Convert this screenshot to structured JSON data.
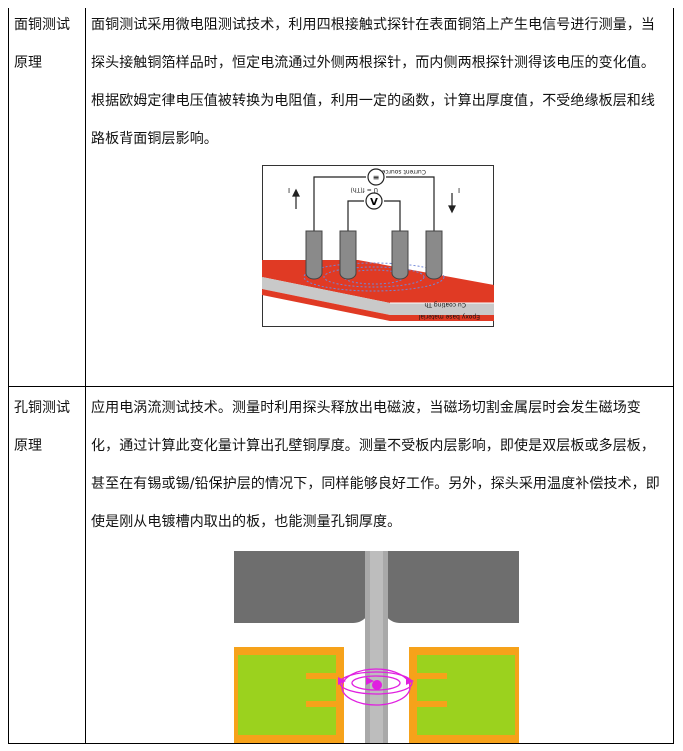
{
  "rows": [
    {
      "label_line1": "面铜测试",
      "label_line2": "原理",
      "text": "面铜测试采用微电阻测试技术，利用四根接触式探针在表面铜箔上产生电信号进行测量，当探头接触铜箔样品时，恒定电流通过外侧两根探针，而内侧两根探针测得该电压的变化值。根据欧姆定律电压值被转换为电阻值，利用一定的函数，计算出厚度值，不受绝缘板层和线路板背面铜层影响。",
      "figure": {
        "current_source_label": "Current source",
        "formula_label": "U = f(Th)",
        "voltmeter_symbol": "V",
        "current_symbol": "I",
        "layer_top_label": "Cu coating Th",
        "layer_bottom_label": "Epoxy base material",
        "colors": {
          "copper": "#e03a24",
          "probe": "#8a8a8a",
          "field": "#6f86d8"
        }
      }
    },
    {
      "label_line1": "孔铜测试",
      "label_line2": "原理",
      "text": "应用电涡流测试技术。测量时利用探头释放出电磁波，当磁场切割金属层时会发生磁场变化，通过计算此变化量计算出孔壁铜厚度。测量不受板内层影响，即使是双层板或多层板，甚至在有锡或锡/铅保护层的情况下，同样能够良好工作。另外，探头采用温度补偿技术，即使是刚从电镀槽内取出的板，也能测量孔铜厚度。",
      "figure": {
        "colors": {
          "probe_body": "#6e6e6e",
          "board": "#9bd21e",
          "copper": "#f6a21a",
          "field": "#e020e0"
        }
      }
    }
  ]
}
